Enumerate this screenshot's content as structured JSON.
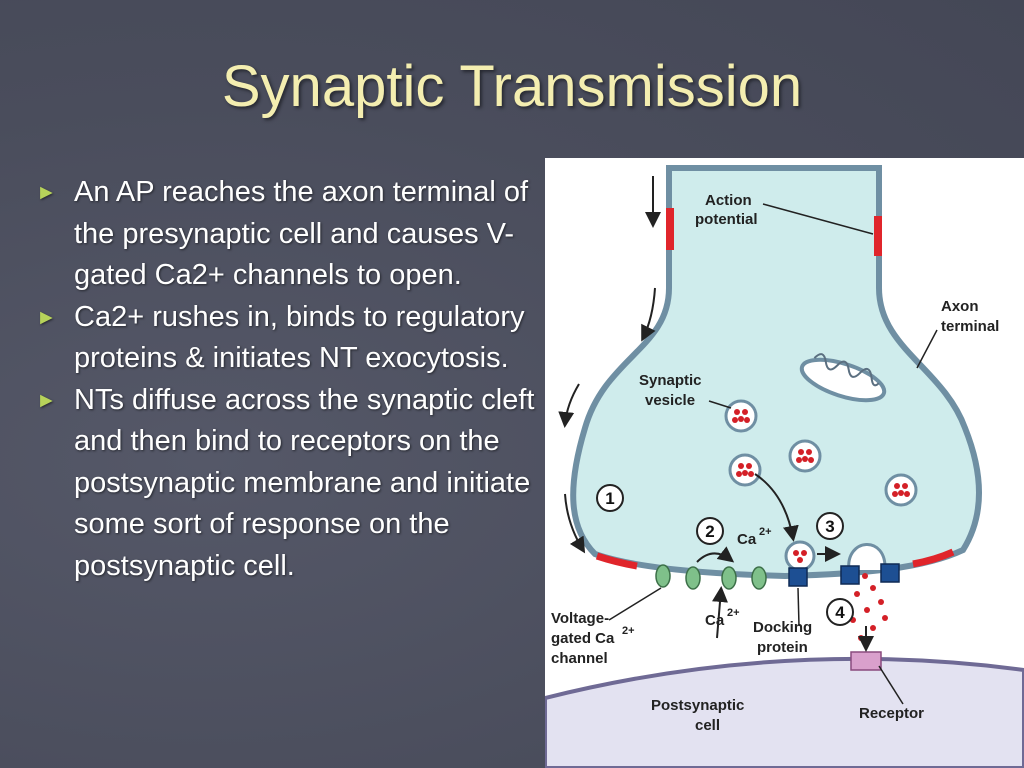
{
  "slide": {
    "title": "Synaptic Transmission",
    "bullets": [
      "An AP reaches the axon terminal of the presynaptic cell and causes V-gated Ca2+ channels to open.",
      "Ca2+ rushes in, binds to regulatory proteins & initiates NT exocytosis.",
      "NTs diffuse across the synaptic cleft and then bind to receptors on the postsynaptic membrane and initiate some sort of response on the postsynaptic cell."
    ],
    "bullet_marker": "►"
  },
  "diagram": {
    "labels": {
      "action_potential_line1": "Action",
      "action_potential_line2": "potential",
      "axon_terminal_line1": "Axon",
      "axon_terminal_line2": "terminal",
      "synaptic_vesicle_line1": "Synaptic",
      "synaptic_vesicle_line2": "vesicle",
      "voltage_channel_line1": "Voltage-",
      "voltage_channel_line2": "gated Ca",
      "voltage_channel_sup": "2+",
      "voltage_channel_line3": "channel",
      "ca_upper": "Ca",
      "ca_upper_sup": "2+",
      "ca_lower": "Ca",
      "ca_lower_sup": "2+",
      "docking_line1": "Docking",
      "docking_line2": "protein",
      "postsynaptic_line1": "Postsynaptic",
      "postsynaptic_line2": "cell",
      "receptor": "Receptor"
    },
    "steps": [
      "1",
      "2",
      "3",
      "4"
    ],
    "colors": {
      "cytoplasm": "#cfecec",
      "membrane": "#6f8fa3",
      "depolarized": "#e0252b",
      "channel": "#7fc08a",
      "docking": "#1d4f93",
      "receptor": "#d9a0cc",
      "post_cell": "#e3e2f1",
      "nt": "#d42027"
    }
  }
}
